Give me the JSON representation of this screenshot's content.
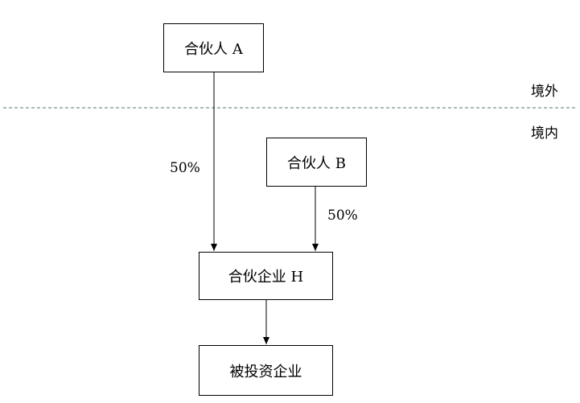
{
  "nodes": {
    "partner_a": "合伙人 A",
    "partner_b": "合伙人 B",
    "partnership_h": "合伙企业 H",
    "investee": "被投资企业"
  },
  "edges": {
    "a_to_h": "50%",
    "b_to_h": "50%"
  },
  "regions": {
    "outside": "境外",
    "inside": "境内"
  },
  "colors": {
    "line": "#000000",
    "boundary": "#4a7a6e"
  }
}
